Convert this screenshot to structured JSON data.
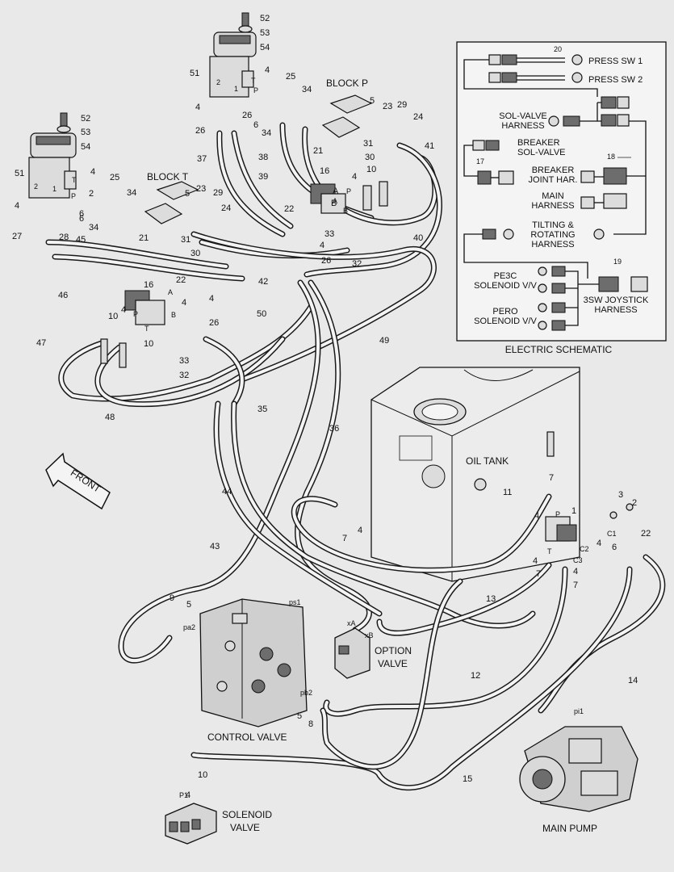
{
  "labels": {
    "block_p": "BLOCK P",
    "block_t": "BLOCK T",
    "front": "FRONT",
    "oil_tank": "OIL TANK",
    "option_valve_1": "OPTION",
    "option_valve_2": "VALVE",
    "control_valve": "CONTROL VALVE",
    "solenoid_valve_1": "SOLENOID",
    "solenoid_valve_2": "VALVE",
    "main_pump": "MAIN PUMP"
  },
  "schematic": {
    "title": "ELECTRIC SCHEMATIC",
    "press_sw1": "PRESS SW 1",
    "press_sw2": "PRESS SW 2",
    "sol_valve_harness_1": "SOL-VALVE",
    "sol_valve_harness_2": "HARNESS",
    "breaker_sol_valve_1": "BREAKER",
    "breaker_sol_valve_2": "SOL-VALVE",
    "breaker_joint_1": "BREAKER",
    "breaker_joint_2": "JOINT HAR.",
    "main_harness_1": "MAIN",
    "main_harness_2": "HARNESS",
    "tilting_1": "TILTING &",
    "tilting_2": "ROTATING",
    "tilting_3": "HARNESS",
    "pe3c_1": "PE3C",
    "pe3c_2": "SOLENOID V/V",
    "pero_1": "PERO",
    "pero_2": "SOLENOID V/V",
    "joystick_1": "3SW JOYSTICK",
    "joystick_2": "HARNESS",
    "num_20": "20",
    "num_18": "18",
    "num_17": "17",
    "num_19": "19"
  },
  "port_labels": {
    "T1": "T",
    "P1": "P",
    "T2": "T",
    "P2": "P",
    "A1": "A",
    "B1": "B",
    "A2": "A",
    "B2": "B",
    "T3": "T",
    "P3": "P",
    "T4": "T",
    "P4": "P",
    "pa2": "pa2",
    "ps1": "ps1",
    "pb2": "pb2",
    "xA": "xA",
    "xB": "xB",
    "C1": "C1",
    "C2": "C2",
    "C3": "C3",
    "T5": "T",
    "P5": "P",
    "pi1": "pi1",
    "P1s": "P1",
    "one1": "1",
    "two1": "2",
    "one2": "1",
    "two2": "2"
  },
  "numbers": [
    "52",
    "53",
    "54",
    "51",
    "4",
    "25",
    "34",
    "26",
    "6",
    "34",
    "26",
    "4",
    "52",
    "53",
    "54",
    "51",
    "4",
    "25",
    "34",
    "4",
    "2",
    "6",
    "27",
    "28",
    "34",
    "6",
    "5",
    "23",
    "29",
    "24",
    "31",
    "30",
    "21",
    "16",
    "4",
    "10",
    "B",
    "A",
    "22",
    "33",
    "4",
    "26",
    "32",
    "41",
    "40",
    "39",
    "38",
    "37",
    "42",
    "49",
    "23",
    "5",
    "29",
    "24",
    "21",
    "31",
    "30",
    "45",
    "46",
    "16",
    "22",
    "4",
    "4",
    "26",
    "10",
    "4",
    "10",
    "33",
    "32",
    "47",
    "48",
    "50",
    "35",
    "36",
    "44",
    "43",
    "11",
    "7",
    "4",
    "7",
    "3",
    "2",
    "1",
    "4",
    "22",
    "4",
    "6",
    "4",
    "7",
    "4",
    "7",
    "13",
    "12",
    "14",
    "15",
    "9",
    "5",
    "5",
    "8",
    "10",
    "4"
  ]
}
